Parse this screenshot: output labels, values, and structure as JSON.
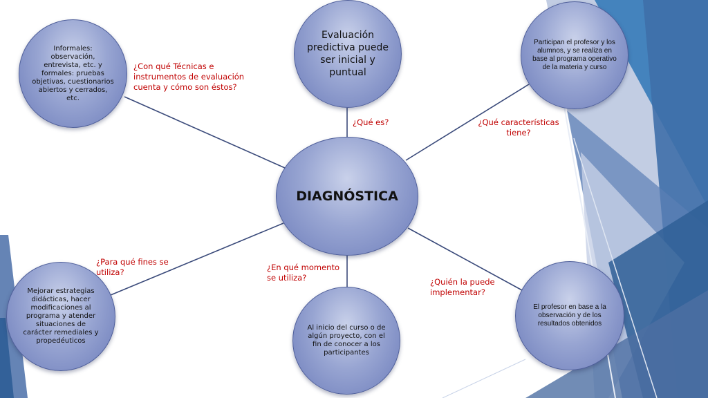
{
  "center": {
    "title": "DIAGNÓSTICA"
  },
  "nodes": {
    "top": "Evaluación predictiva puede ser inicial y puntual",
    "top_left": "Informales: observación, entrevista, etc. y formales: pruebas objetivas, cuestionarios abiertos y cerrados, etc.",
    "top_right": "Participan el profesor y los alumnos, y se realiza en base al programa operativo de la materia y curso",
    "bottom_left": "Mejorar estrategias didácticas, hacer modificaciones al programa y atender situaciones de carácter remediales y propedéuticos",
    "bottom_center": "Al inicio del curso o de algún proyecto, con el fin de conocer a los participantes",
    "bottom_right": "El profesor en base a la observación y de los resultados obtenidos"
  },
  "questions": {
    "techniques": "¿Con qué Técnicas e instrumentos de evaluación cuenta y cómo son éstos?",
    "what_is": "¿Qué es?",
    "characteristics": "¿Qué características tiene?",
    "purpose": "¿Para qué fines se utiliza?",
    "when": "¿En qué momento se utiliza?",
    "who": "¿Quién la puede implementar?"
  },
  "colors": {
    "node_fill": "#98a5d2",
    "node_border": "#4f5f9a",
    "connector": "#3a4a7a",
    "question_text": "#c00000",
    "background_accent": "#2e75b6"
  }
}
